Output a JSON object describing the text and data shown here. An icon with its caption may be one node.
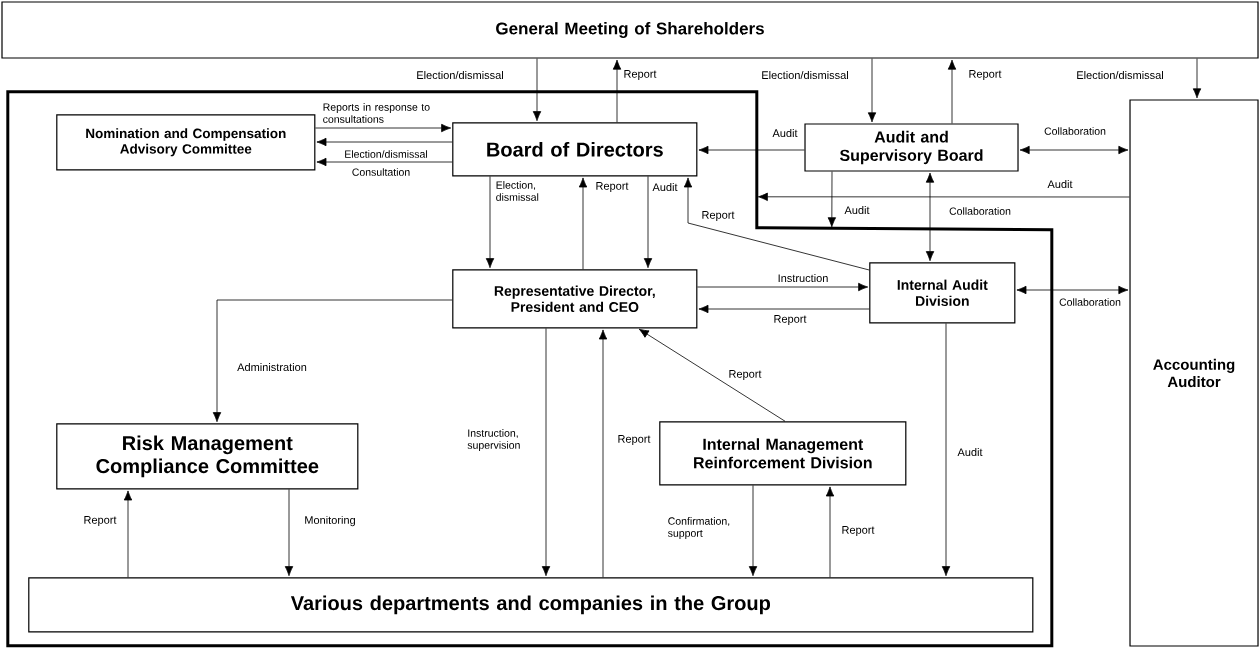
{
  "diagram": {
    "nodes": [
      {
        "text": [
          "General Meeting of Shareholders"
        ]
      },
      {
        "text": [],
        "shape": "box"
      },
      {
        "text": [
          "Nomination and Compensation Advisory Committee"
        ],
        "in": 1
      },
      {
        "text": [
          "Board of Directors"
        ],
        "in": 1
      },
      {
        "text": [
          "Audit and Supervisory Board"
        ]
      },
      {
        "text": [
          "Accounting Auditor"
        ]
      },
      {
        "text": [
          "Representative Director, President and CEO"
        ],
        "in": 1
      },
      {
        "text": [
          "Internal Audit Division"
        ],
        "in": 1
      },
      {
        "text": [
          "Risk Management Compliance Committee"
        ],
        "in": 1
      },
      {
        "text": [
          "Internal Management Reinforcement Division"
        ],
        "in": 1
      },
      {
        "text": [
          "Various departments and companies in the Group"
        ],
        "in": 1
      }
    ],
    "edges": [
      {
        "from": 0,
        "to": 3,
        "arrow": "to",
        "label": "Election/dismissal"
      },
      {
        "from": 3,
        "to": 0,
        "arrow": "to",
        "label": "Report"
      },
      {
        "from": 0,
        "to": 4,
        "arrow": "to",
        "label": "Election/dismissal"
      },
      {
        "from": 4,
        "to": 0,
        "arrow": "to",
        "label": "Report"
      },
      {
        "from": 0,
        "to": 5,
        "arrow": "to",
        "label": "Election/dismissal"
      },
      {
        "from": 2,
        "to": 3,
        "arrow": "to",
        "label": "Reports in response to consultations"
      },
      {
        "from": 3,
        "to": 2,
        "arrow": "to",
        "label": "Election/dismissal"
      },
      {
        "from": 3,
        "to": 2,
        "arrow": "to",
        "label": "Consultation"
      },
      {
        "from": 4,
        "to": 3,
        "arrow": "to",
        "label": "Audit"
      },
      {
        "from": 4,
        "to": 5,
        "arrow": "both",
        "label": "Collaboration"
      },
      {
        "from": 5,
        "to": 1,
        "arrow": "to",
        "label": "Audit"
      },
      {
        "from": 4,
        "to": 1,
        "arrow": "to",
        "label": "Audit"
      },
      {
        "from": 4,
        "to": 7,
        "arrow": "both",
        "label": "Collaboration"
      },
      {
        "from": 3,
        "to": 6,
        "arrow": "to",
        "label": "Election, dismissal"
      },
      {
        "from": 6,
        "to": 3,
        "arrow": "to",
        "label": "Report"
      },
      {
        "from": 3,
        "to": 6,
        "arrow": "to",
        "label": "Audit"
      },
      {
        "from": 7,
        "to": 3,
        "arrow": "to",
        "label": "Report"
      },
      {
        "from": 6,
        "to": 7,
        "arrow": "to",
        "label": "Instruction"
      },
      {
        "from": 7,
        "to": 6,
        "arrow": "to",
        "label": "Report"
      },
      {
        "from": 7,
        "to": 5,
        "arrow": "both",
        "label": "Collaboration"
      },
      {
        "from": 6,
        "to": 8,
        "arrow": "to",
        "label": "Administration"
      },
      {
        "from": 6,
        "to": 10,
        "arrow": "to",
        "label": "Instruction, supervision"
      },
      {
        "from": 10,
        "to": 6,
        "arrow": "to",
        "label": "Report"
      },
      {
        "from": 9,
        "to": 6,
        "arrow": "to",
        "label": "Report"
      },
      {
        "from": 7,
        "to": 10,
        "arrow": "to",
        "label": "Audit"
      },
      {
        "from": 10,
        "to": 8,
        "arrow": "to",
        "label": "Report"
      },
      {
        "from": 8,
        "to": 10,
        "arrow": "to",
        "label": "Monitoring"
      },
      {
        "from": 9,
        "to": 10,
        "arrow": "to",
        "label": "Confirmation, support"
      },
      {
        "from": 10,
        "to": 9,
        "arrow": "to",
        "label": "Report"
      }
    ]
  }
}
